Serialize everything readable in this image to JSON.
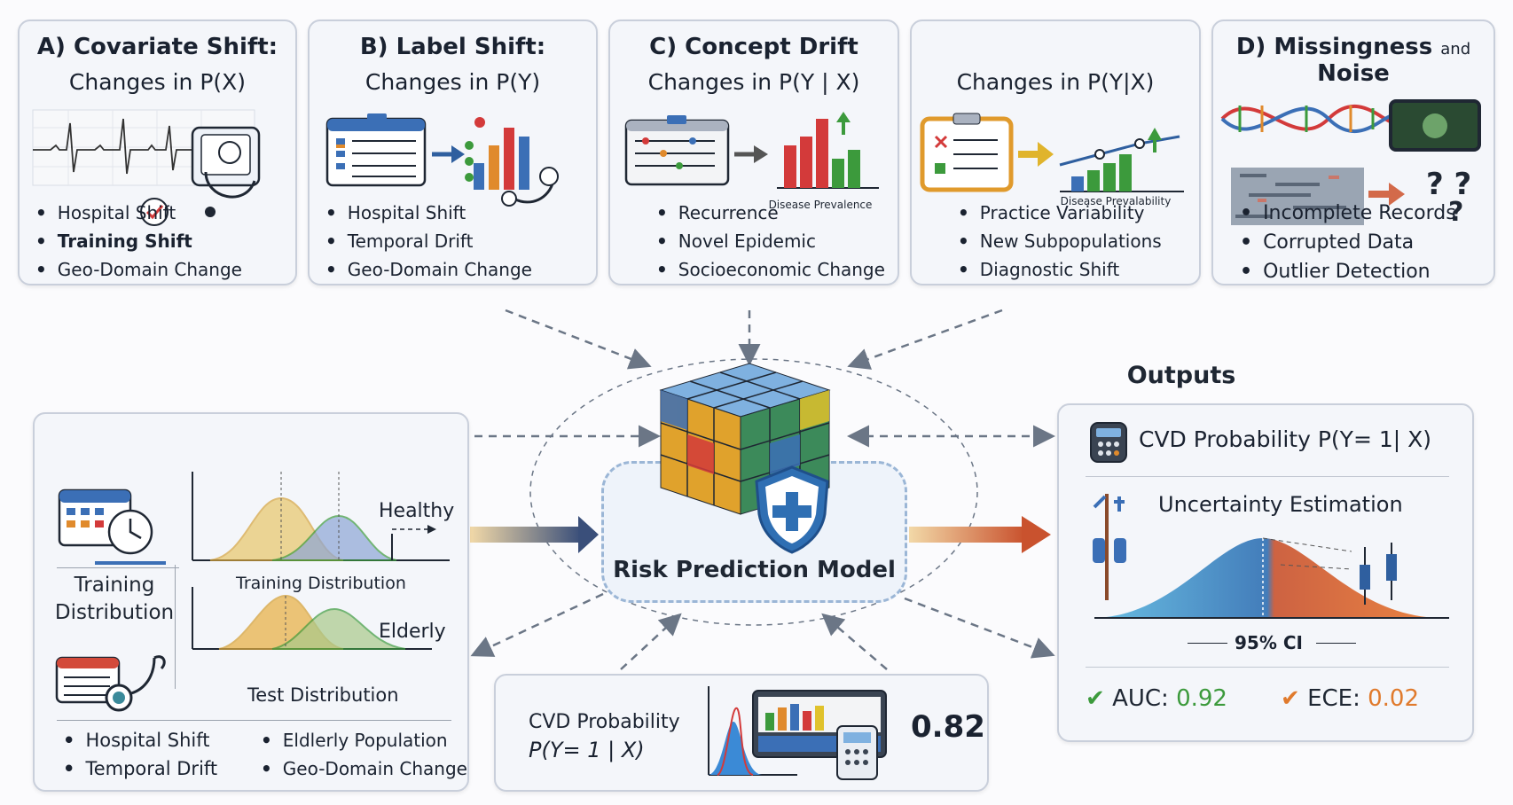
{
  "panels": [
    {
      "title": "A) Covariate Shift:",
      "subtitle": "Changes in P(X)",
      "items": [
        "Hospital Shift",
        "Training Shift",
        "Geo-Domain Change"
      ]
    },
    {
      "title": "B) Label Shift:",
      "subtitle": "Changes in P(Y)",
      "items": [
        "Hospital Shift",
        "Temporal Drift",
        "Geo-Domain Change"
      ]
    },
    {
      "title": "C) Concept Drift",
      "subtitle": "Changes in P(Y | X)",
      "chart_caption": "Disease Prevalence",
      "items": [
        "Recurrence",
        "Novel Epidemic",
        "Socioeconomic Change"
      ]
    },
    {
      "title": "",
      "subtitle": "Changes in P(Y|X)",
      "chart_caption": "Disease Prevalability",
      "items": [
        "Practice Variability",
        "New Subpopulations",
        "Diagnostic Shift"
      ]
    },
    {
      "title_main": "D) Missingness",
      "title_small": "and",
      "title_end": "Noise",
      "items": [
        "Incomplete Records",
        "Corrupted Data",
        "Outlier Detection"
      ]
    }
  ],
  "center": {
    "title": "Risk Prediction Model"
  },
  "left_panel": {
    "healthy": "Healthy",
    "elderly": "Elderly",
    "training_distribution_caption": "Training Distribution",
    "test_distribution_caption": "Test Distribution",
    "side_label_line1": "Training",
    "side_label_line2": "Distribution",
    "items_col1": [
      "Hospital Shift",
      "Temporal Drift"
    ],
    "items_col2": [
      "Eldlerly Population",
      "Geo-Domain Change"
    ]
  },
  "outputs": {
    "heading": "Outputs",
    "probability": "CVD Probability P(Y= 1| X)",
    "uncertainty": "Uncertainty Estimation",
    "ci": "95% CI",
    "auc_label": "AUC:",
    "auc_value": "0.92",
    "ece_label": "ECE:",
    "ece_value": "0.02"
  },
  "bottom": {
    "line1": "CVD Probability",
    "line2": "P(Y= 1 | X)",
    "value": "0.82"
  },
  "colors": {
    "arrow_gray": "#6b7686",
    "green": "#3c9a3c",
    "orange": "#e07a2c",
    "shield": "#2f6fb3"
  }
}
